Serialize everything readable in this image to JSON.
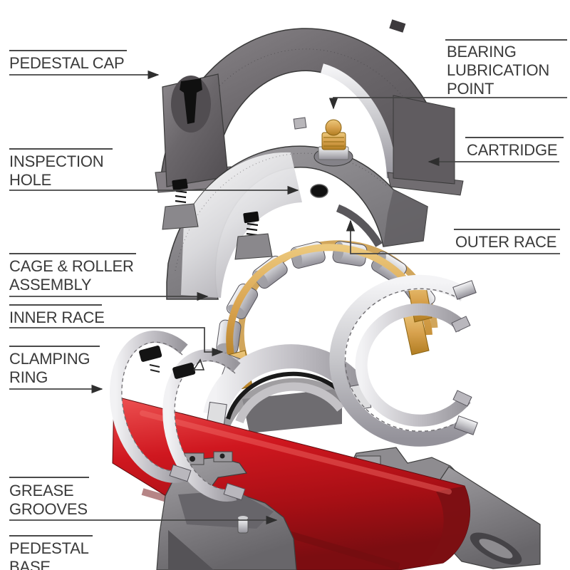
{
  "diagram": {
    "subject": "Exploded view of a split roller bearing pedestal (plummer block) assembly",
    "labels": {
      "pedestal_cap": {
        "text": "PEDESTAL CAP"
      },
      "bearing_lubrication_point": {
        "text": "BEARING\nLUBRICATION\nPOINT"
      },
      "inspection_hole": {
        "text": "INSPECTION\nHOLE"
      },
      "cartridge": {
        "text": "CARTRIDGE"
      },
      "outer_race": {
        "text": "OUTER RACE"
      },
      "cage_roller_assembly": {
        "text": "CAGE & ROLLER\nASSEMBLY"
      },
      "inner_race": {
        "text": "INNER RACE"
      },
      "clamping_ring": {
        "text": "CLAMPING\nRING"
      },
      "grease_grooves": {
        "text": "GREASE\nGROOVES"
      },
      "pedestal_base": {
        "text": "PEDESTAL\nBASE"
      }
    },
    "colors": {
      "label_text": "#3a3a3a",
      "leader_line": "#454545",
      "cap_gray": "#6b676b",
      "cartridge_gray": "#8d8b8f",
      "steel_silver": "#c6c6ca",
      "cage_brass": "#d8a24e",
      "shaft_red": "#c3141c",
      "base_gray": "#8a888c"
    }
  }
}
